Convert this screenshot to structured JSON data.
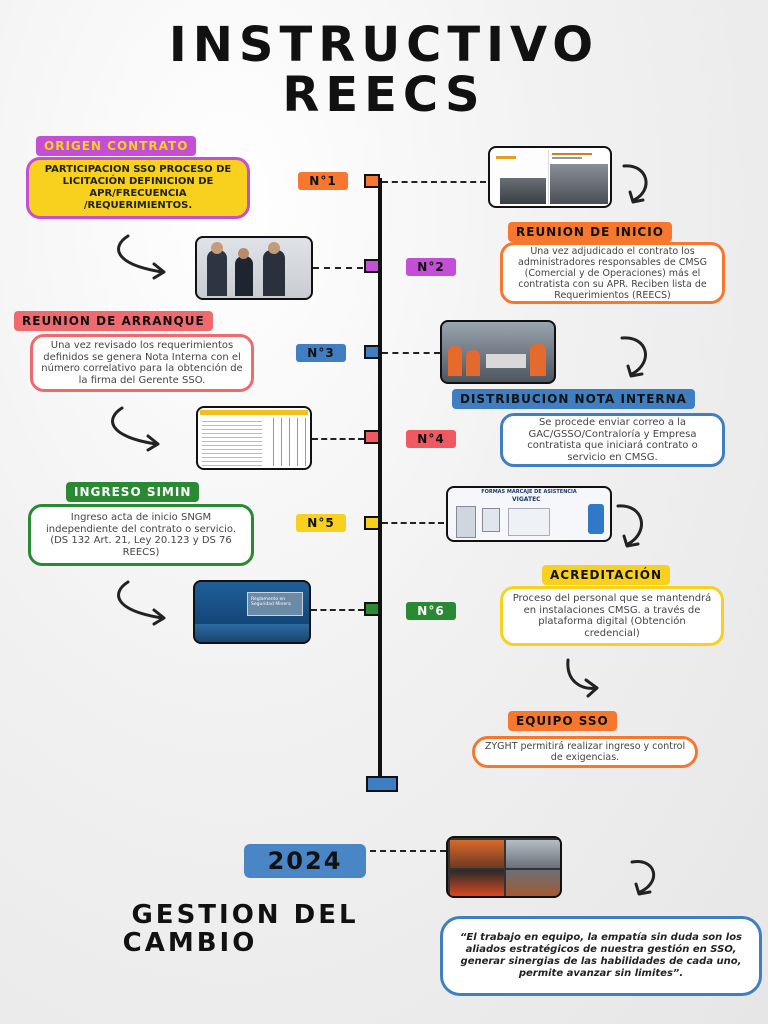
{
  "title": {
    "line1": "INSTRUCTIVO",
    "line2": "REECS"
  },
  "steps": [
    {
      "num": "N°1",
      "heading": "ORIGEN CONTRATO",
      "text": "PARTICIPACION SSO PROCESO DE LICITACIÓN DEFINICION DE APR/FRECUENCIA /REQUERIMIENTOS.",
      "color": "#f7772e"
    },
    {
      "num": "N°2",
      "heading": "REUNION  DE  INICIO",
      "text": "Una vez adjudicado el contrato los administradores responsables  de CMSG (Comercial y de Operaciones) más el contratista con su APR. Reciben lista de Requerimientos (REECS)",
      "color": "#c44fd6"
    },
    {
      "num": "N°3",
      "heading": "REUNION DE ARRANQUE",
      "text": "Una vez revisado los requerimientos definidos se genera Nota Interna con el número correlativo para la obtención de la firma del Gerente SSO.",
      "color": "#3f7fc1"
    },
    {
      "num": "N°4",
      "heading": "DISTRIBUCION NOTA INTERNA",
      "text": "Se procede enviar correo a la GAC/GSSO/Contraloría y Empresa contratista que iniciará contrato o servicio en CMSG.",
      "color": "#ef5a62"
    },
    {
      "num": "N°5",
      "heading": "INGRESO SIMIN",
      "text": "Ingreso acta de inicio SNGM independiente del contrato o servicio. (DS 132 Art. 21, Ley 20.123 y DS 76 REECS)",
      "color": "#f7d11e"
    },
    {
      "num": "N°6",
      "heading": "ACREDITACIÓN",
      "text": "Proceso del personal que se mantendrá en instalaciones CMSG.  a  través de plataforma digital (Obtención credencial)",
      "color": "#2a8a34"
    }
  ],
  "equipo": {
    "heading": "EQUIPO SSO",
    "text": "ZYGHT permitirá realizar ingreso y control de exigencias."
  },
  "year": "2024",
  "gestion": {
    "line1": "GESTION DEL",
    "line2": "CAMBIO"
  },
  "quote": "“El trabajo en equipo, la empatía sin duda son los aliados estratégicos de nuestra gestión en  SSO,  generar sinergias de las habilidades de cada uno, permite avanzar sin limites”.",
  "doc_image": {
    "line1": "Reglamento en",
    "line2": "Seguridad Minera"
  },
  "attendance_image": {
    "title": "FORMAS MARCAJE DE ASISTENCIA",
    "brand": "VIGATEC"
  },
  "colors": {
    "purple": "#c44fd6",
    "yellow": "#f7d11e",
    "red_salmon": "#ef6a6e",
    "blue": "#3f7fc1",
    "green": "#2a8a34",
    "orange": "#f7772e",
    "final_node": "#3f7fc1"
  }
}
